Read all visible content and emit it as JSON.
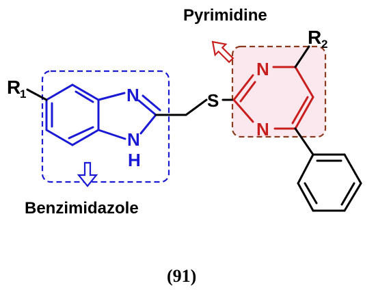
{
  "labels": {
    "pyrimidine_title": "Pyrimidine",
    "benzimidazole_title": "Benzimidazole",
    "compound_number": "(91)"
  },
  "atoms": {
    "r1": "R",
    "r1_sub": "1",
    "r2": "R",
    "r2_sub": "2",
    "sulfur": "S",
    "imidazole_n": "N",
    "imidazole_nh_n": "N",
    "imidazole_nh_h": "H",
    "pyrimidine_n_top": "N",
    "pyrimidine_n_bottom": "N"
  },
  "colors": {
    "benzimidazole": "#1a1ad6",
    "pyrimidine": "#c81e1e",
    "pyrimidine_box_border": "#8b3a1e",
    "pyrimidine_box_fill": "#fbe8ee",
    "black": "#000000"
  },
  "icons": {
    "benzimidazole_arrow": "hollow-down-arrow",
    "pyrimidine_arrow": "hollow-up-left-arrow"
  }
}
